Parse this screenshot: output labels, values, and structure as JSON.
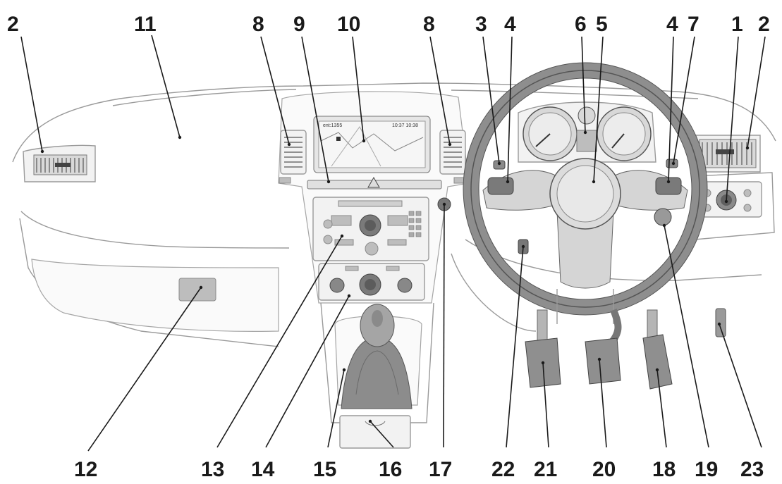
{
  "diagram": {
    "callouts_top": [
      "2",
      "11",
      "8",
      "9",
      "10",
      "8",
      "3",
      "4",
      "6",
      "5",
      "4",
      "7",
      "1",
      "2"
    ],
    "callouts_bottom": [
      "12",
      "13",
      "14",
      "15",
      "16",
      "17",
      "22",
      "21",
      "20",
      "18",
      "19",
      "23"
    ],
    "screen_text": {
      "left": "ent:1355",
      "right": "10:37 10:38"
    }
  }
}
